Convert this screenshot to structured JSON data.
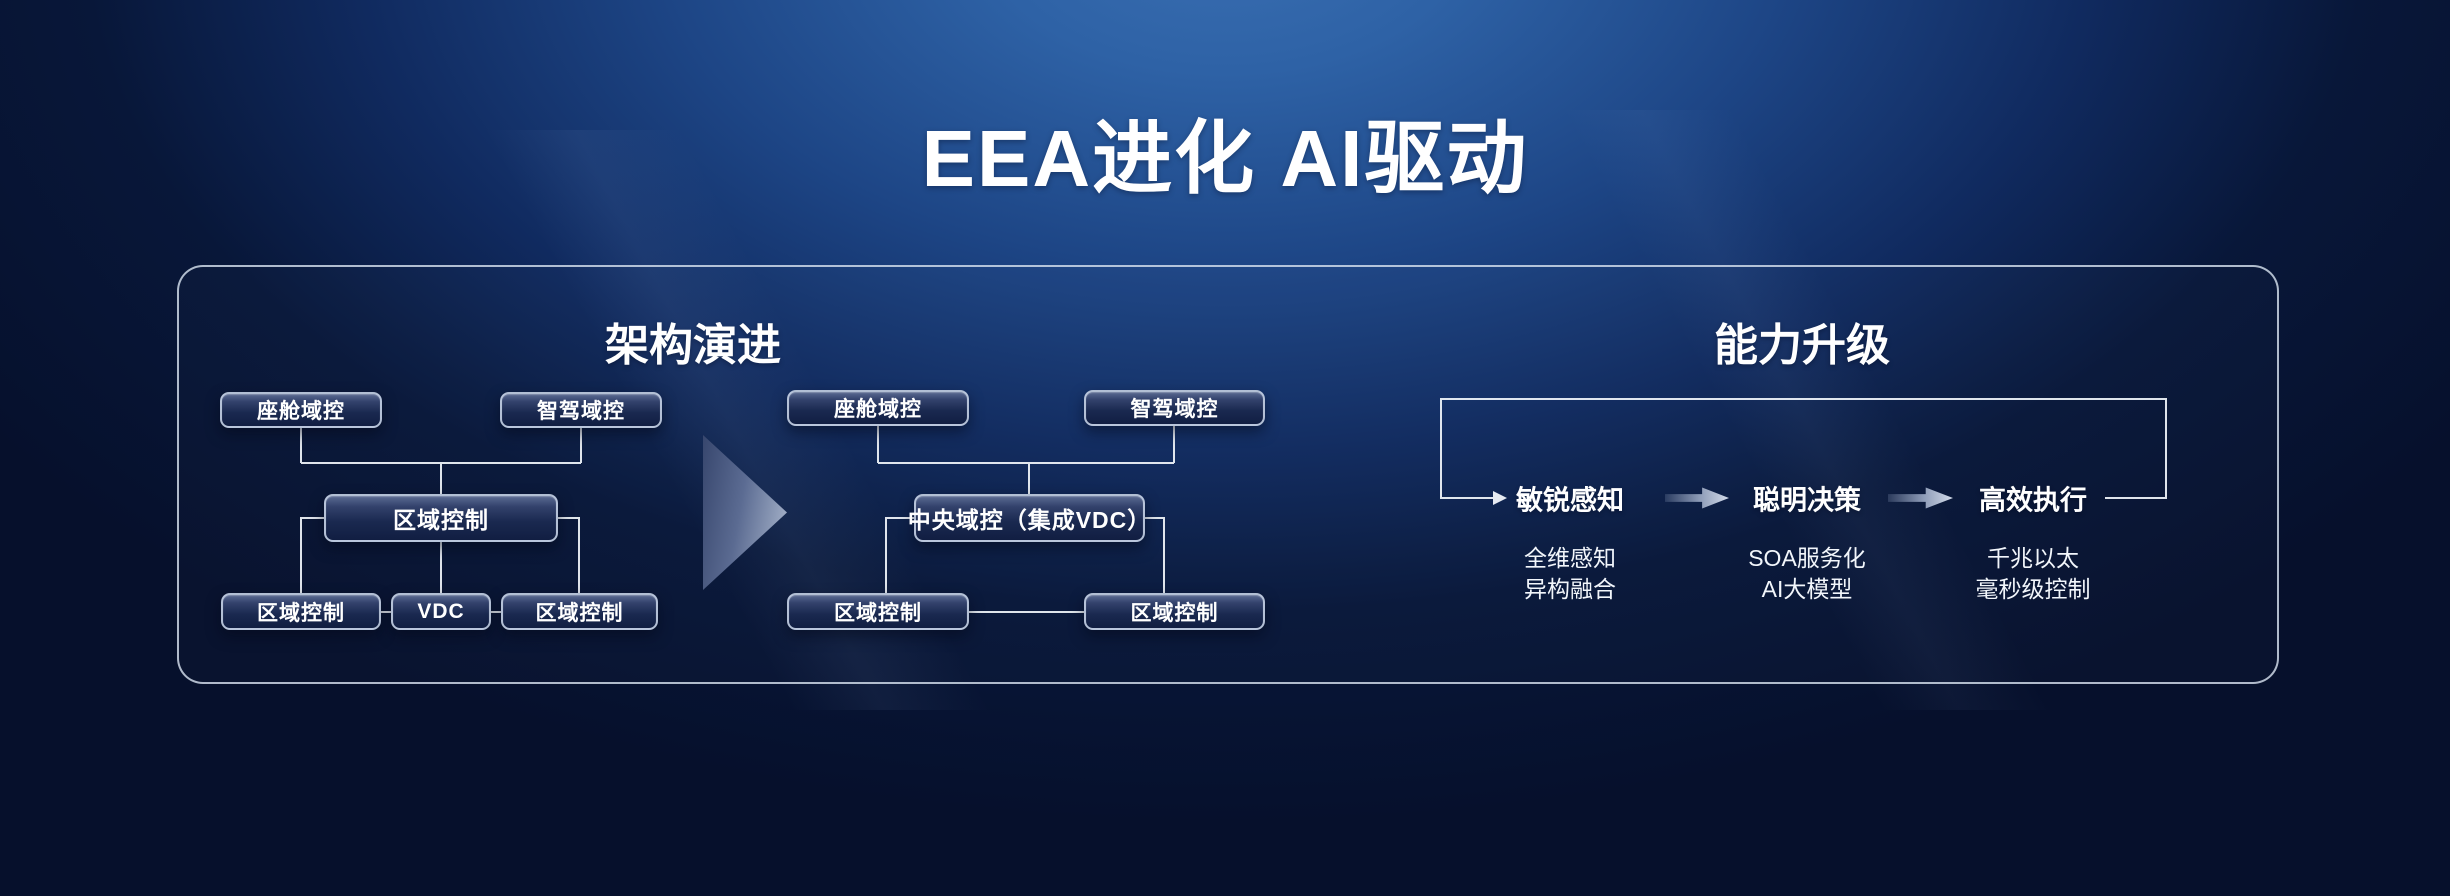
{
  "title": "EEA进化 AI驱动",
  "sections": {
    "architecture": {
      "header": "架构演进",
      "before": {
        "cockpit": "座舱域控",
        "adas": "智驾域控",
        "zonal_center": "区域控制",
        "zonal_left": "区域控制",
        "vdc": "VDC",
        "zonal_right": "区域控制"
      },
      "after": {
        "cockpit": "座舱域控",
        "adas": "智驾域控",
        "central": "中央域控（集成VDC）",
        "zonal_left": "区域控制",
        "zonal_right": "区域控制"
      }
    },
    "capability": {
      "header": "能力升级",
      "stages": [
        {
          "label": "敏锐感知",
          "details": [
            "全维感知",
            "异构融合"
          ]
        },
        {
          "label": "聪明决策",
          "details": [
            "SOA服务化",
            "AI大模型"
          ]
        },
        {
          "label": "高效执行",
          "details": [
            "千兆以太",
            "毫秒级控制"
          ]
        }
      ]
    }
  },
  "colors": {
    "background_top": "#2e62a6",
    "background_edge": "#06102c",
    "panel_border": "#d6e0ee",
    "node_border": "#c4d0e4",
    "connector_line": "#f2f6fb",
    "arrow_highlight": "#bcc7db",
    "text": "#ffffff"
  }
}
